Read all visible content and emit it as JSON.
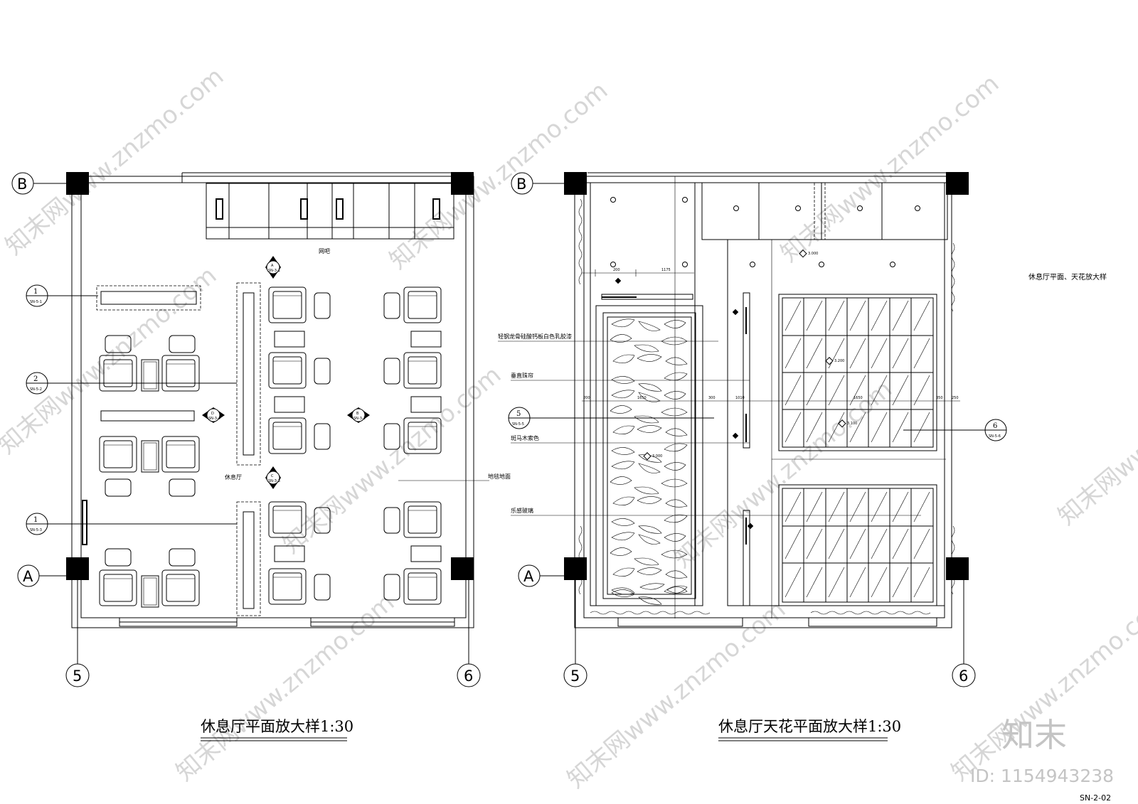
{
  "plans": [
    {
      "id": "floor",
      "title": "休息厅平面放大样1:30",
      "room_labels": {
        "top": "网吧",
        "center": "休息厅"
      },
      "callouts": [
        "地毯地面"
      ],
      "axis_tags": {
        "row_top": "B",
        "row_bottom": "A",
        "col_left": "5",
        "col_right": "6"
      },
      "section_marks": [
        {
          "id": "1",
          "sub": "SN-5-1"
        },
        {
          "id": "2",
          "sub": "SN-5-2"
        },
        {
          "id": "1",
          "sub": "SN-5-3"
        }
      ],
      "elevation_marks": [
        {
          "id": "A",
          "sub": "SN-3-1"
        },
        {
          "id": "B",
          "sub": "SN-3-2"
        },
        {
          "id": "C",
          "sub": "SN-3-3"
        },
        {
          "id": "D",
          "sub": "SN-3-4"
        }
      ]
    },
    {
      "id": "ceiling",
      "title": "休息厅天花平面放大样1:30",
      "callouts": [
        "轻钢龙骨硅酸钙板白色乳胶漆",
        "垂直珠帘",
        "斑马木索色",
        "乐感玻璃"
      ],
      "levels": [
        "3.000",
        "3.200",
        "3.100",
        "3.000"
      ],
      "axis_tags": {
        "row_top": "B",
        "row_bottom": "A",
        "col_left": "5",
        "col_right": "6"
      },
      "section_marks": [
        {
          "id": "5",
          "sub": "SN-5-5"
        },
        {
          "id": "6",
          "sub": "SN-5-6"
        }
      ],
      "dims_top": [
        "200",
        "1175"
      ],
      "dims_row": [
        "200",
        "1650",
        "300",
        "1010",
        "1650",
        "350",
        "250"
      ]
    }
  ],
  "sheet": {
    "heading": "休息厅平面、天花放大样",
    "number": "SN-2-02"
  },
  "branding": {
    "logo_text": "知末",
    "id_text": "ID: 1154943238",
    "watermark": "知末网www.znzmo.com"
  }
}
